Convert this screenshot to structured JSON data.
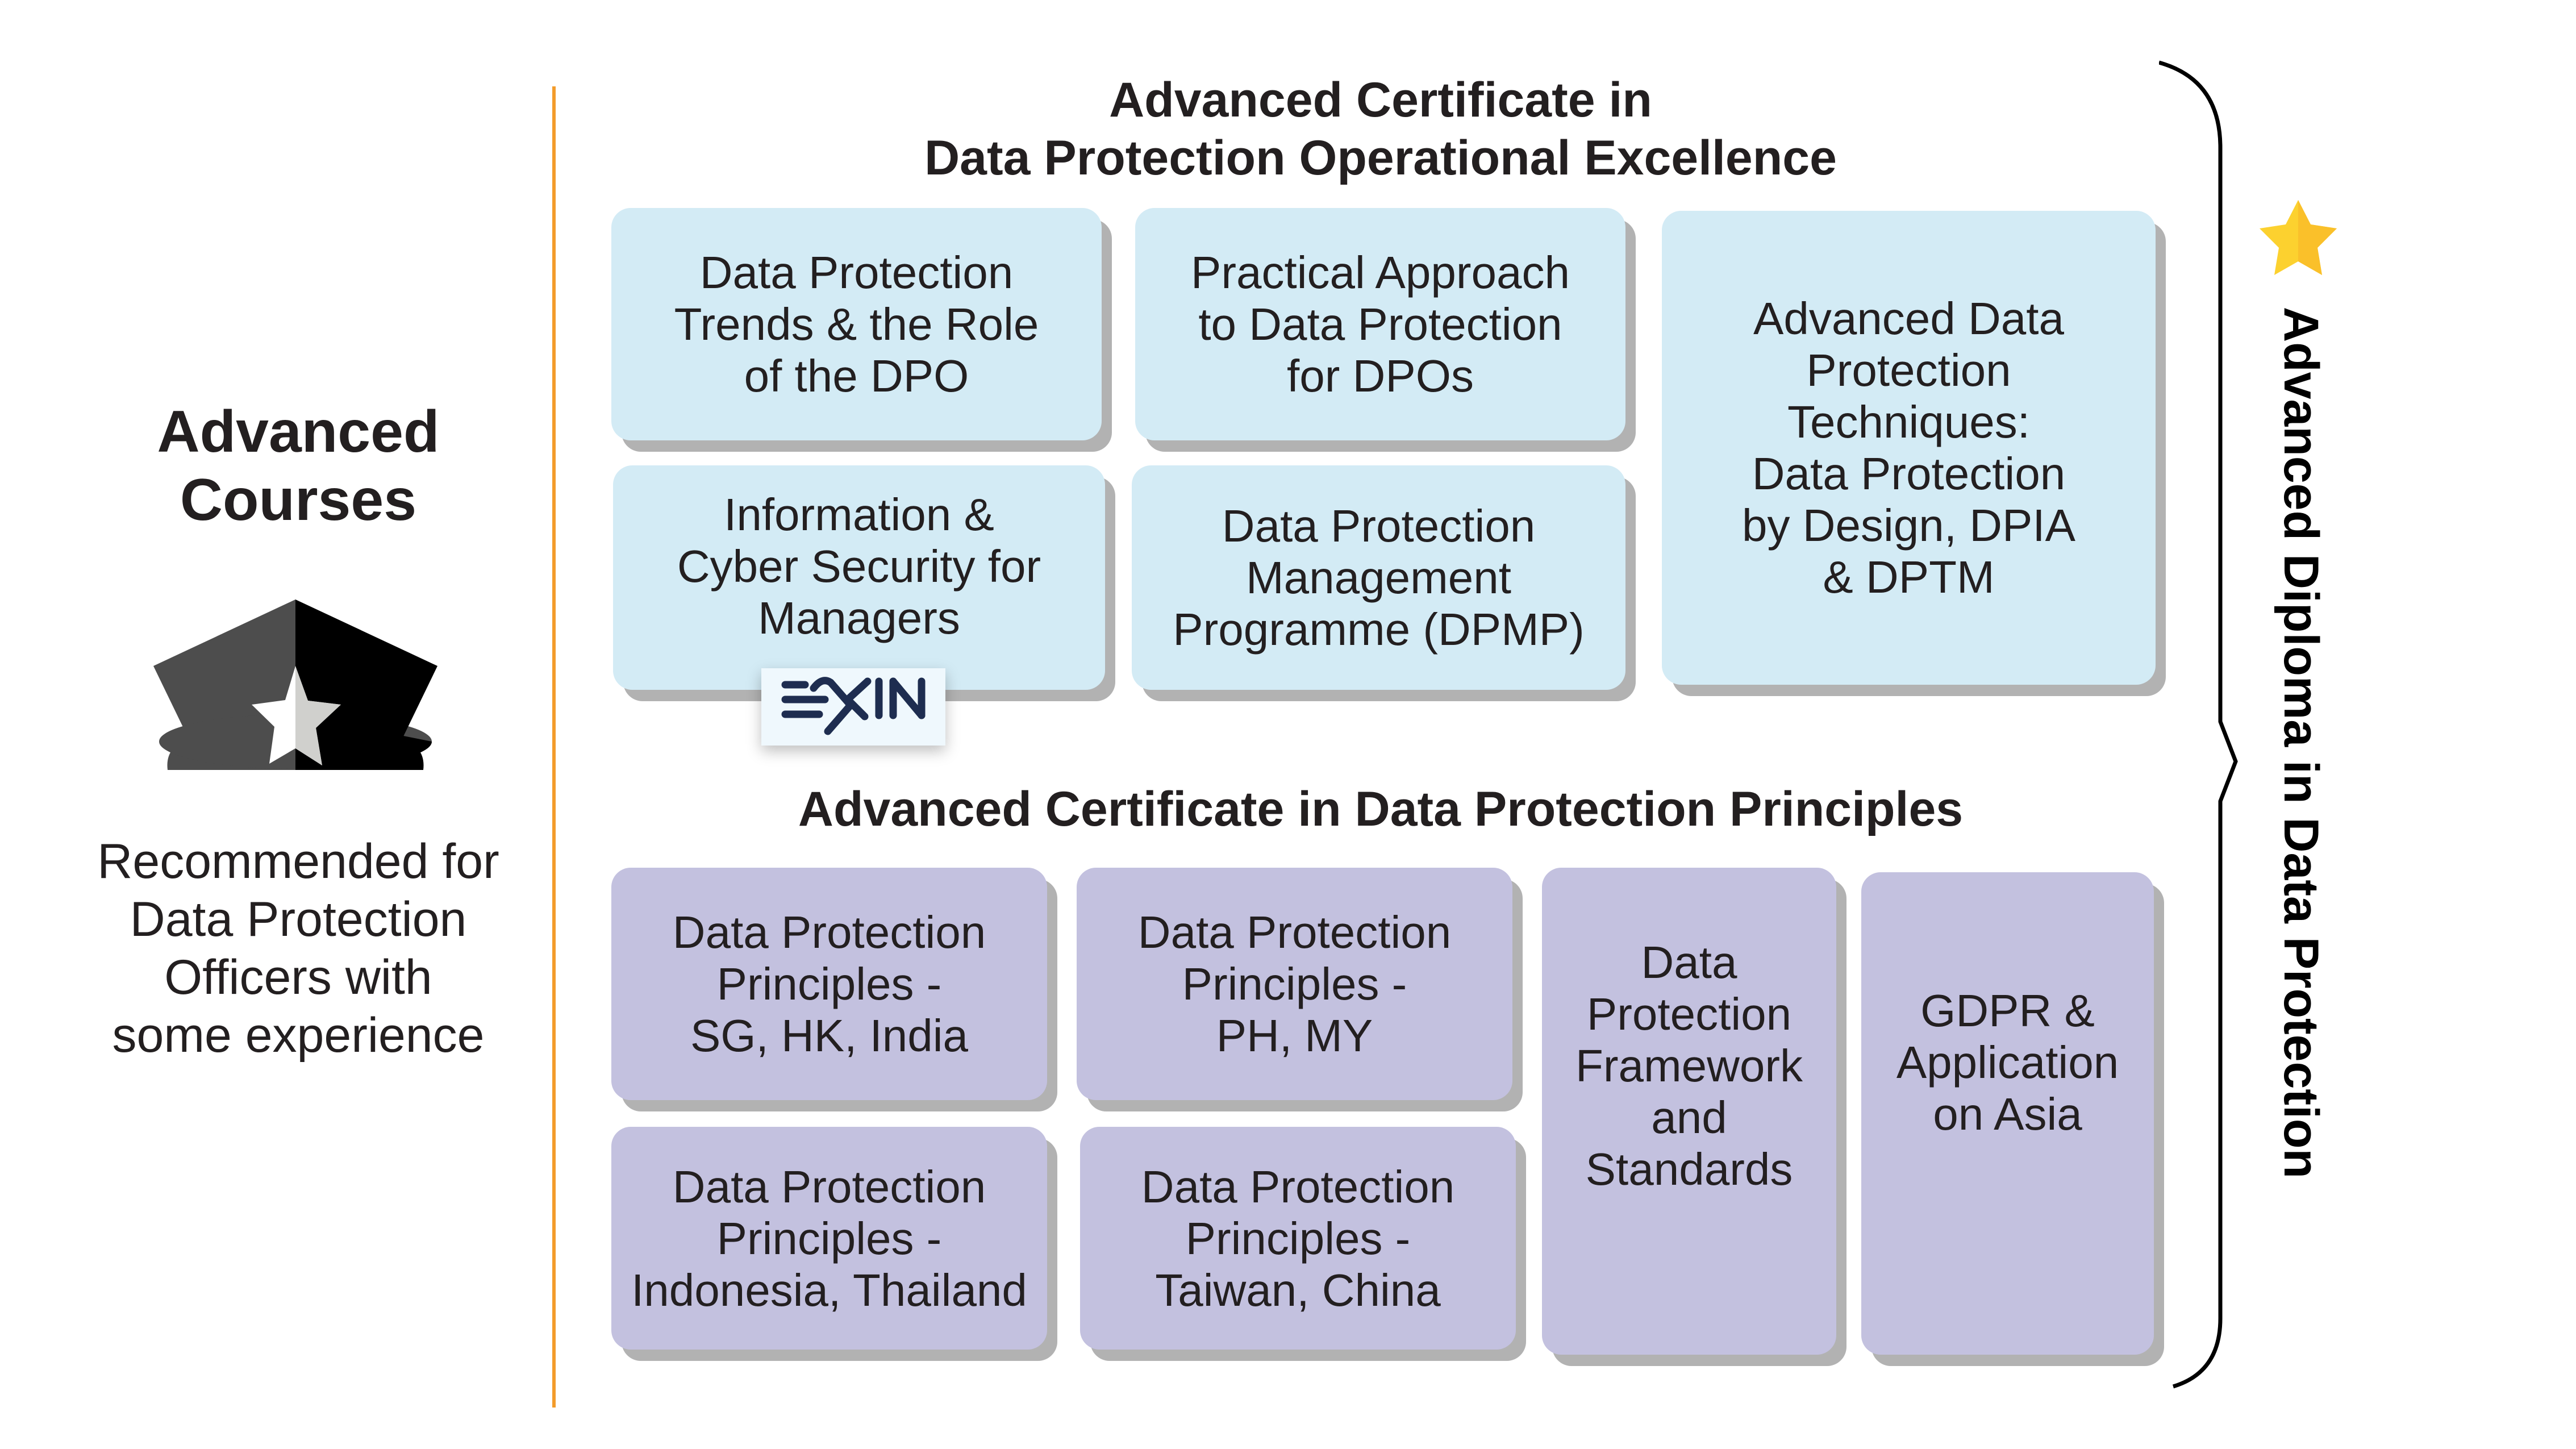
{
  "left_panel": {
    "title_line1": "Advanced",
    "title_line2": "Courses",
    "icon": "officer-hat-icon",
    "subtitle_lines": [
      "Recommended for",
      "Data Protection",
      "Officers with",
      "some experience"
    ]
  },
  "operational_excellence": {
    "title_line1": "Advanced Certificate in",
    "title_line2": "Data Protection Operational Excellence",
    "box_color": "#d3ebf5",
    "courses": [
      {
        "label": "Data Protection\nTrends & the Role\nof the DPO"
      },
      {
        "label": "Practical Approach\nto Data Protection\nfor DPOs"
      },
      {
        "label": "Advanced Data\nProtection\nTechniques:\nData Protection\nby Design, DPIA\n& DPTM"
      },
      {
        "label": "Information &\nCyber Security for\nManagers",
        "badge": "EXIN"
      },
      {
        "label": "Data Protection\nManagement\nProgramme (DPMP)"
      }
    ]
  },
  "principles": {
    "title": "Advanced Certificate in Data Protection Principles",
    "box_color": "#c3c1df",
    "courses": [
      {
        "label": "Data Protection\nPrinciples -\nSG, HK, India"
      },
      {
        "label": "Data Protection\nPrinciples -\nPH, MY"
      },
      {
        "label": "Data\nProtection\nFramework\nand\nStandards"
      },
      {
        "label": "GDPR &\nApplication\non Asia"
      },
      {
        "label": "Data Protection\nPrinciples -\nIndonesia, Thailand"
      },
      {
        "label": "Data Protection\nPrinciples -\nTaiwan, China"
      }
    ]
  },
  "diploma": {
    "label": "Advanced Diploma in Data Protection",
    "icon": "star-icon",
    "star_color": "#fcd12f"
  },
  "colors": {
    "divider": "#f39c2b",
    "exin_navy": "#1e2d50",
    "shadow": "#b2b2b2"
  }
}
